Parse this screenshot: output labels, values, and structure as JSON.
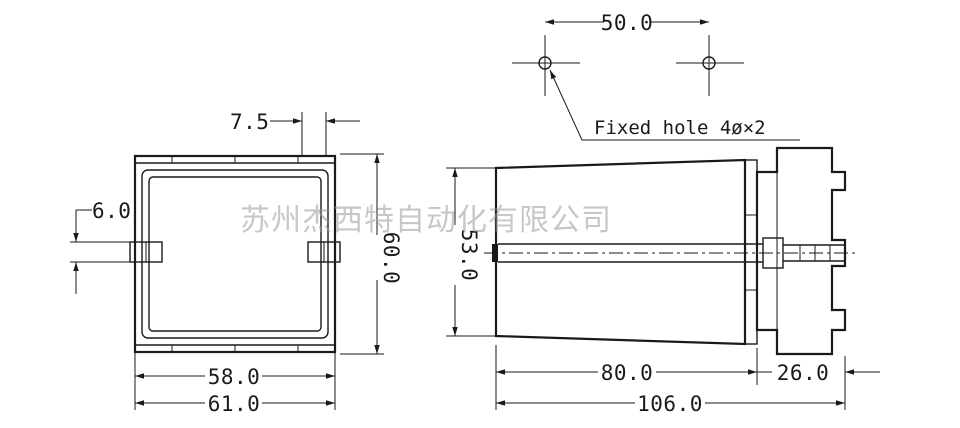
{
  "dimensions": {
    "top_holes": "50.0",
    "hole_note": "Fixed hole 4ø×2",
    "front_gap": "7.5",
    "front_side": "6.0",
    "front_inner_width": "58.0",
    "front_outer_width": "61.0",
    "front_height": "60.0",
    "side_height": "53.0",
    "side_body_length": "80.0",
    "side_socket_length": "26.0",
    "side_total_length": "106.0"
  },
  "watermark": "苏州杰西特自动化有限公司"
}
